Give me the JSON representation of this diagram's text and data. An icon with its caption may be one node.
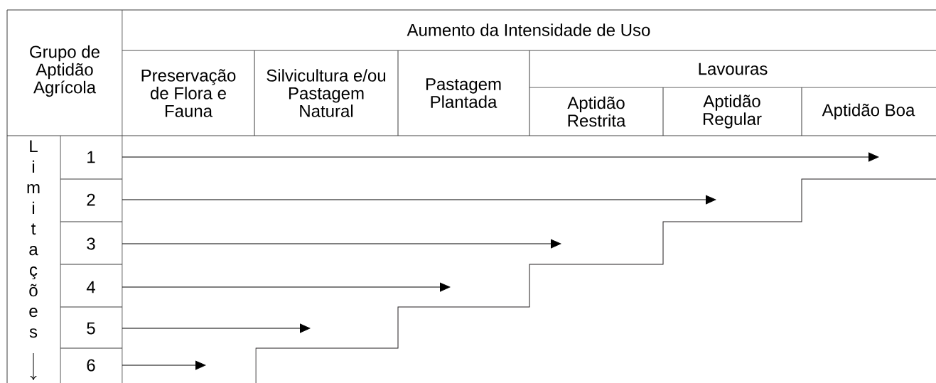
{
  "diagram": {
    "nodes": [
      {
        "text": [
          "Grupo de Aptidão Agrícola"
        ]
      },
      {
        "text": [
          "Aumento da Intensidade de Uso"
        ]
      },
      {
        "text": [
          "Preservação de Flora e Fauna"
        ]
      },
      {
        "text": [
          "Silvicultura e/ou Pastagem Natural"
        ]
      },
      {
        "text": [
          "Pastagem Plantada"
        ]
      },
      {
        "text": [
          "Lavouras"
        ]
      },
      {
        "text": [
          "Aptidão Restrita"
        ]
      },
      {
        "text": [
          "Aptidão Regular"
        ]
      },
      {
        "text": [
          "Aptidão Boa"
        ]
      },
      {
        "text": [
          "Limitações"
        ]
      },
      {
        "text": [
          "1"
        ]
      },
      {
        "text": [
          "2"
        ]
      },
      {
        "text": [
          "3"
        ]
      },
      {
        "text": [
          "4"
        ]
      },
      {
        "text": [
          "5"
        ]
      },
      {
        "text": [
          "6"
        ]
      }
    ],
    "edges": [
      {
        "from": 10,
        "to": null,
        "arrow": "to"
      },
      {
        "from": 11,
        "to": null,
        "arrow": "to"
      },
      {
        "from": 12,
        "to": null,
        "arrow": "to"
      },
      {
        "from": 13,
        "to": null,
        "arrow": "to"
      },
      {
        "from": 14,
        "to": null,
        "arrow": "to"
      },
      {
        "from": 15,
        "to": null,
        "arrow": "to"
      }
    ]
  }
}
